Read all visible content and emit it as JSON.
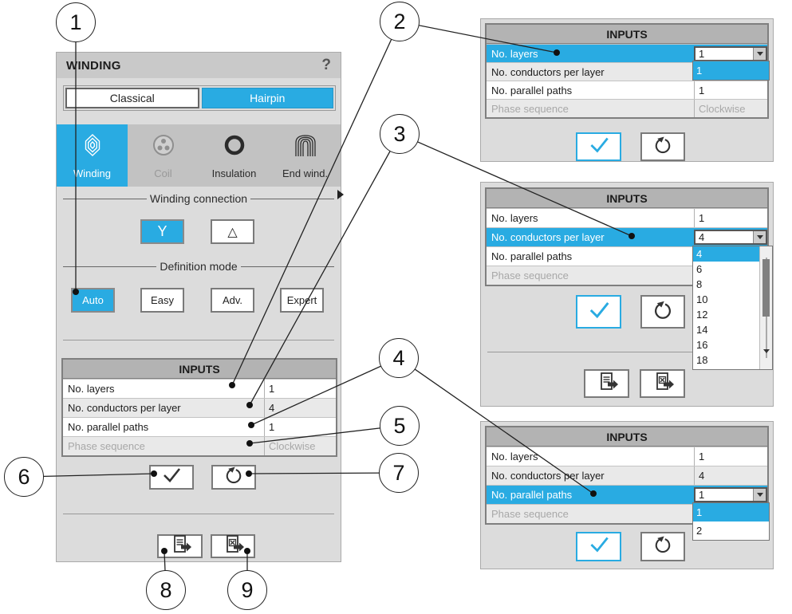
{
  "colors": {
    "accent": "#29ABE2",
    "panel_bg": "#DCDCDC",
    "header_bg": "#B3B3B3",
    "disabled_text": "#A8A8A8"
  },
  "callouts": [
    {
      "n": "1"
    },
    {
      "n": "2"
    },
    {
      "n": "3"
    },
    {
      "n": "4"
    },
    {
      "n": "5"
    },
    {
      "n": "6"
    },
    {
      "n": "7"
    },
    {
      "n": "8"
    },
    {
      "n": "9"
    }
  ],
  "winding": {
    "title": "WINDING",
    "help_icon": "?",
    "classical_label": "Classical",
    "hairpin_label": "Hairpin",
    "tabs": [
      {
        "label": "Winding"
      },
      {
        "label": "Coil"
      },
      {
        "label": "Insulation"
      },
      {
        "label": "End wind."
      }
    ],
    "winding_connection_label": "Winding connection",
    "wye_label": "Y",
    "delta_label": "△",
    "definition_mode_label": "Definition mode",
    "modes": [
      {
        "label": "Auto"
      },
      {
        "label": "Easy"
      },
      {
        "label": "Adv."
      },
      {
        "label": "Expert"
      }
    ],
    "inputs_header": "INPUTS",
    "rows": [
      {
        "label": "No. layers",
        "value": "1"
      },
      {
        "label": "No. conductors per layer",
        "value": "4"
      },
      {
        "label": "No. parallel paths",
        "value": "1"
      },
      {
        "label": "Phase sequence",
        "value": "Clockwise"
      }
    ]
  },
  "panel_top": {
    "inputs_header": "INPUTS",
    "rows": [
      {
        "label": "No. layers"
      },
      {
        "label": "No. conductors per layer"
      },
      {
        "label": "No. parallel paths",
        "value": "1"
      },
      {
        "label": "Phase sequence",
        "value": "Clockwise"
      }
    ],
    "combo_value": "1",
    "dropdown_items": [
      {
        "label": "1",
        "selected": true
      }
    ]
  },
  "panel_middle": {
    "inputs_header": "INPUTS",
    "rows": [
      {
        "label": "No. layers",
        "value": "1"
      },
      {
        "label": "No. conductors per layer"
      },
      {
        "label": "No. parallel paths"
      },
      {
        "label": "Phase sequence"
      }
    ],
    "combo_value": "4",
    "dropdown_items": [
      {
        "label": "4",
        "selected": true
      },
      {
        "label": "6"
      },
      {
        "label": "8"
      },
      {
        "label": "10"
      },
      {
        "label": "12"
      },
      {
        "label": "14"
      },
      {
        "label": "16"
      },
      {
        "label": "18"
      }
    ]
  },
  "panel_bottom": {
    "inputs_header": "INPUTS",
    "rows": [
      {
        "label": "No. layers",
        "value": "1"
      },
      {
        "label": "No. conductors per layer",
        "value": "4"
      },
      {
        "label": "No. parallel paths"
      },
      {
        "label": "Phase sequence"
      }
    ],
    "combo_value": "1",
    "dropdown_items": [
      {
        "label": "1",
        "selected": true
      },
      {
        "label": "2"
      }
    ]
  }
}
